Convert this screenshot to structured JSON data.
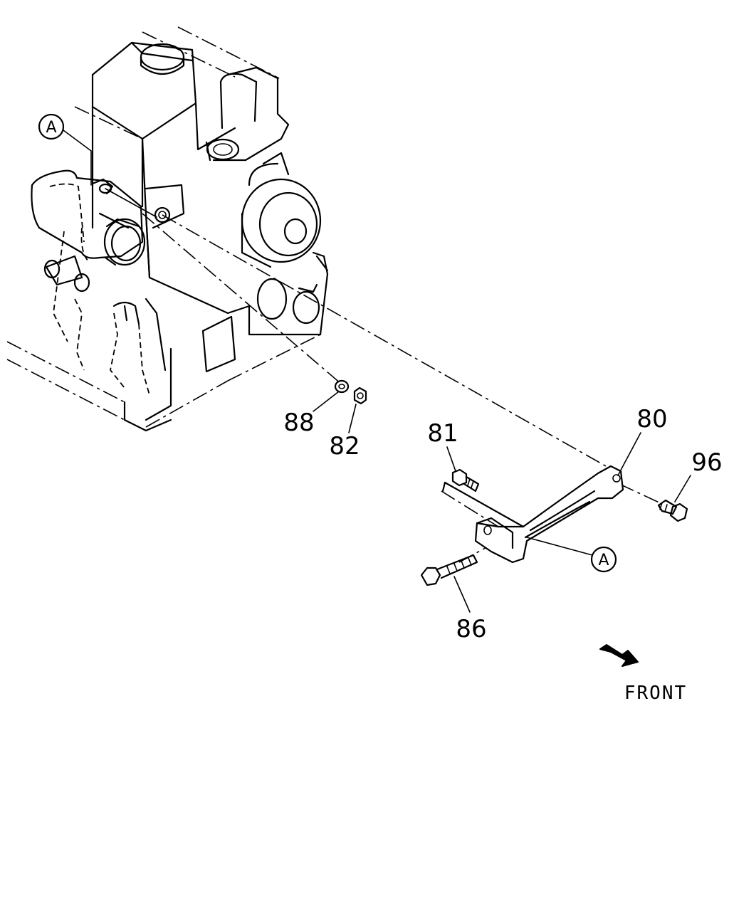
{
  "callouts": {
    "p80": "80",
    "p81": "81",
    "p82": "82",
    "p86": "86",
    "p88": "88",
    "p96": "96"
  },
  "reference_marks": {
    "ref_a_engine": "A",
    "ref_a_bracket": "A"
  },
  "direction": {
    "label": "FRONT"
  }
}
